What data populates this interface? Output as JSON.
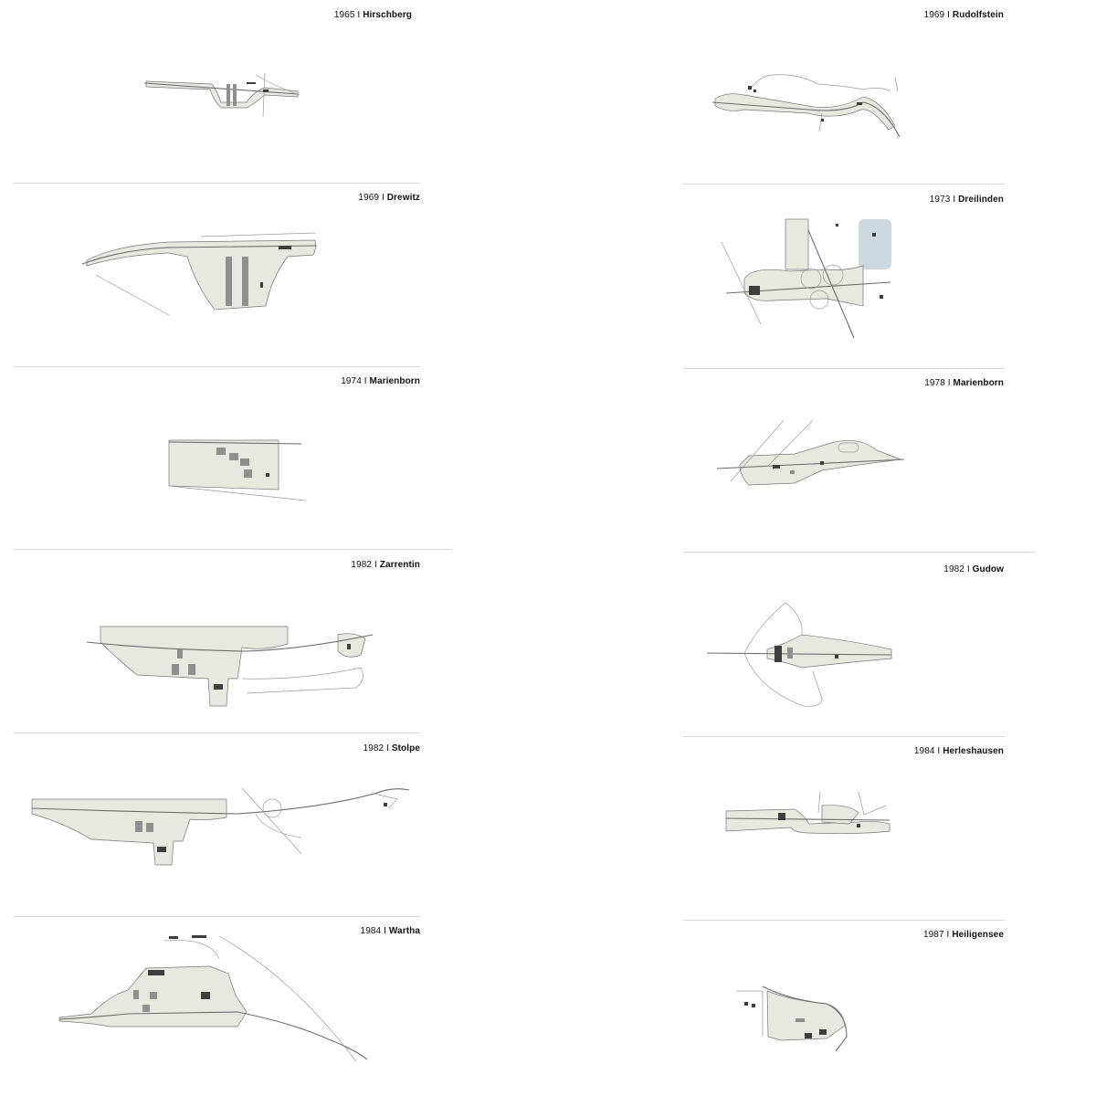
{
  "panels": [
    {
      "id": "hirschberg",
      "year": "1965",
      "sep": "I",
      "name": "Hirschberg"
    },
    {
      "id": "rudolfstein",
      "year": "1969",
      "sep": "I",
      "name": "Rudolfstein"
    },
    {
      "id": "drewitz",
      "year": "1969",
      "sep": "I",
      "name": "Drewitz"
    },
    {
      "id": "dreilinden",
      "year": "1973",
      "sep": "I",
      "name": "Dreilinden"
    },
    {
      "id": "marienborn74",
      "year": "1974",
      "sep": "I",
      "name": "Marienborn"
    },
    {
      "id": "marienborn78",
      "year": "1978",
      "sep": "I",
      "name": "Marienborn"
    },
    {
      "id": "zarrentin",
      "year": "1982",
      "sep": "I",
      "name": "Zarrentin"
    },
    {
      "id": "gudow",
      "year": "1982",
      "sep": "I",
      "name": "Gudow"
    },
    {
      "id": "stolpe",
      "year": "1982",
      "sep": "I",
      "name": "Stolpe"
    },
    {
      "id": "herleshausen",
      "year": "1984",
      "sep": "I",
      "name": "Herleshausen"
    },
    {
      "id": "wartha",
      "year": "1984",
      "sep": "I",
      "name": "Wartha"
    },
    {
      "id": "heiligensee",
      "year": "1987",
      "sep": "I",
      "name": "Heiligensee"
    }
  ],
  "colors": {
    "zone": "#e7e9e1",
    "road": "#6b6b6b",
    "building": "#3d3d3d",
    "rule": "#d8d8d8"
  }
}
